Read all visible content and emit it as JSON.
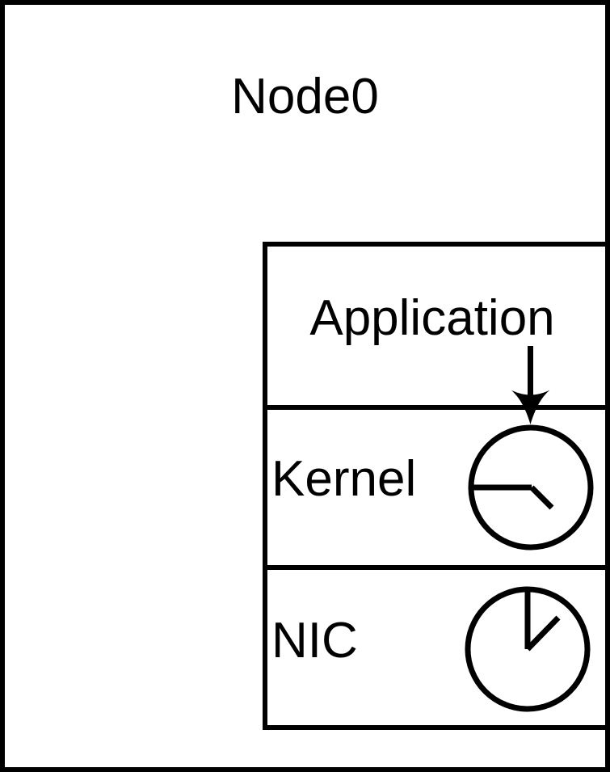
{
  "diagram": {
    "title": "Node0 network stack diagram",
    "colors": {
      "background": "#ffffff",
      "line": "#000000",
      "text": "#000000"
    },
    "node_label": "Node0",
    "layers": [
      {
        "label": "Application",
        "icon": ""
      },
      {
        "label": "Kernel",
        "icon": "clock-icon"
      },
      {
        "label": "NIC",
        "icon": "clock-icon"
      }
    ],
    "arrow": {
      "direction": "down",
      "from_layer": "Application",
      "to_layer": "Kernel"
    }
  }
}
